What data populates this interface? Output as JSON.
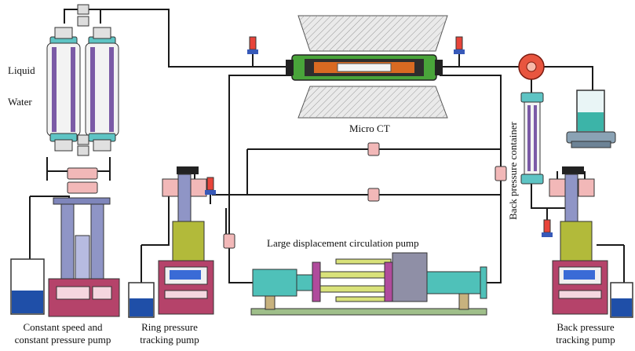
{
  "labels": {
    "liquid": "Liquid",
    "water": "Water",
    "micro_ct": "Micro CT",
    "back_pressure_container": "Back pressure container",
    "large_displacement_pump": "Large displacement circulation pump",
    "constant_pump_line1": "Constant speed and",
    "constant_pump_line2": "constant pressure pump",
    "ring_pump_line1": "Ring pressure",
    "ring_pump_line2": "tracking pump",
    "back_pump_line1": "Back pressure",
    "back_pump_line2": "tracking pump"
  },
  "colors": {
    "pipe": "#1a1a1a",
    "vessel_purple": "#7b5aa6",
    "cap_teal": "#5ec4c4",
    "pump_cylinder": "#8f95c6",
    "pump_base": "#b5436a",
    "valve_pink": "#f2b8b8",
    "ct_green": "#49a43a",
    "ct_core_orange": "#d96a22",
    "beaker_liquid": "#1f4fa8",
    "ring_cylinder": "#b2ba3a",
    "circ_cyan": "#4fc1b9",
    "circ_rod": "#d9e27a",
    "circ_block": "#8f8fa6",
    "circ_plate": "#b04b9c",
    "circ_base": "#9fbf8a",
    "leg_tan": "#c7b27e",
    "back_valve": "#e8553f",
    "screen_blue": "#3a6bd6",
    "reg_red": "#e8443a",
    "reg_blue": "#3759b8"
  }
}
